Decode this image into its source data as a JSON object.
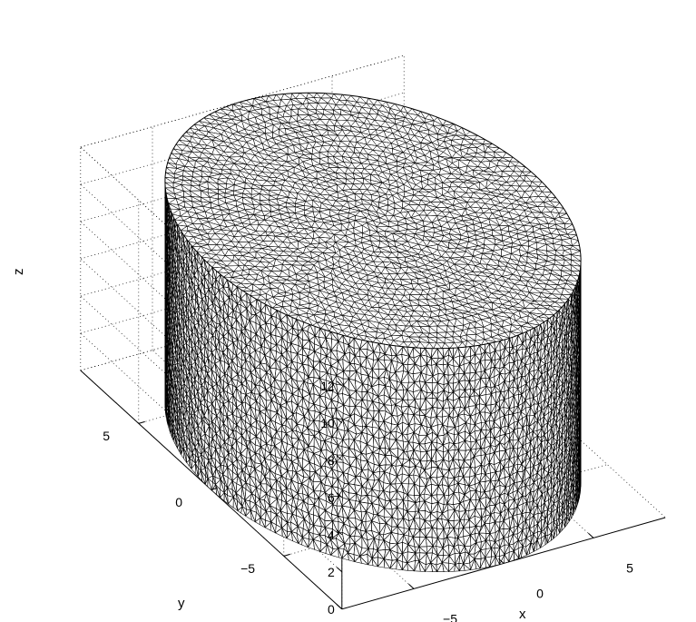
{
  "chart_data": {
    "type": "surface-mesh",
    "shape": "cylinder",
    "radius": 9,
    "height": 12,
    "mesh": "triangulated",
    "face_color": "#ffffff",
    "edge_color": "#000000",
    "box": true,
    "grid": true,
    "xlabel": "x",
    "ylabel": "y",
    "zlabel": "z",
    "xlim": [
      -9,
      9
    ],
    "ylim": [
      -9,
      9
    ],
    "zlim": [
      0,
      12
    ],
    "xticks": [
      {
        "value": -5,
        "label": "−5"
      },
      {
        "value": 0,
        "label": "0"
      },
      {
        "value": 5,
        "label": "5"
      }
    ],
    "yticks": [
      {
        "value": -5,
        "label": "−5"
      },
      {
        "value": 0,
        "label": "0"
      },
      {
        "value": 5,
        "label": "5"
      }
    ],
    "zticks": [
      {
        "value": 0,
        "label": "0"
      },
      {
        "value": 2,
        "label": "2"
      },
      {
        "value": 4,
        "label": "4"
      },
      {
        "value": 6,
        "label": "6"
      },
      {
        "value": 8,
        "label": "8"
      },
      {
        "value": 10,
        "label": "10"
      },
      {
        "value": 12,
        "label": "12"
      }
    ]
  }
}
